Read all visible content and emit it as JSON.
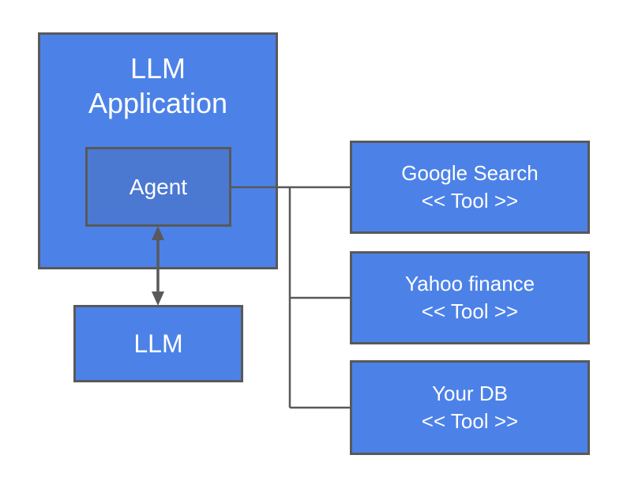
{
  "colors": {
    "canvas-bg": "#ffffff",
    "box-fill": "#4c82e8",
    "agent-fill": "#4b79d1",
    "box-border": "#595959",
    "connector": "#595959",
    "text": "#ffffff"
  },
  "diagram": {
    "app_box": {
      "title": "LLM Application"
    },
    "agent_box": {
      "label": "Agent"
    },
    "llm_box": {
      "label": "LLM"
    },
    "tools": [
      {
        "name": "Google Search",
        "stereotype": "<< Tool >>"
      },
      {
        "name": "Yahoo finance",
        "stereotype": "<< Tool >>"
      },
      {
        "name": "Your DB",
        "stereotype": "<< Tool >>"
      }
    ]
  }
}
